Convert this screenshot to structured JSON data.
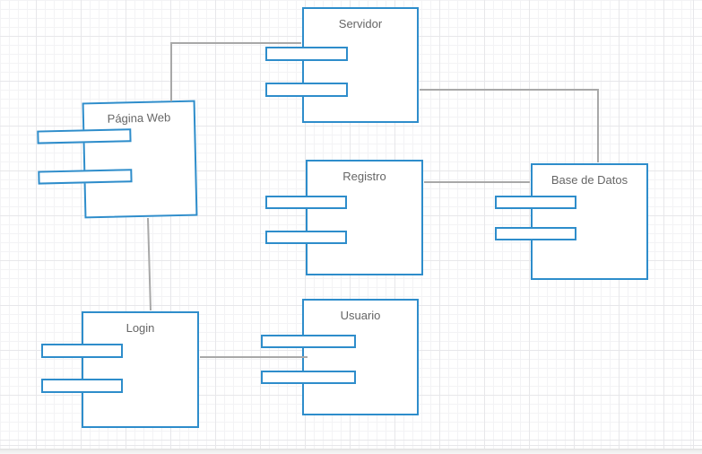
{
  "app": {
    "title": "UML component diagram canvas"
  },
  "colors": {
    "component_border": "#2E8DCB",
    "component_fill": "#FFFFFF",
    "connector": "#A8A8A8",
    "label_text": "#666666",
    "canvas_background": "#FFFFFF",
    "grid_minor": "#F3F3F5",
    "grid_major": "#E7E7EA"
  },
  "diagram": {
    "type": "uml-component-diagram",
    "components": [
      {
        "id": "servidor",
        "label": "Servidor"
      },
      {
        "id": "pagina-web",
        "label": "Página Web"
      },
      {
        "id": "registro",
        "label": "Registro"
      },
      {
        "id": "base-de-datos",
        "label": "Base de Datos"
      },
      {
        "id": "login",
        "label": "Login"
      },
      {
        "id": "usuario",
        "label": "Usuario"
      }
    ],
    "connections": [
      {
        "from": "pagina-web",
        "to": "servidor"
      },
      {
        "from": "servidor",
        "to": "base-de-datos"
      },
      {
        "from": "registro",
        "to": "base-de-datos"
      },
      {
        "from": "pagina-web",
        "to": "login"
      },
      {
        "from": "login",
        "to": "usuario"
      }
    ]
  }
}
